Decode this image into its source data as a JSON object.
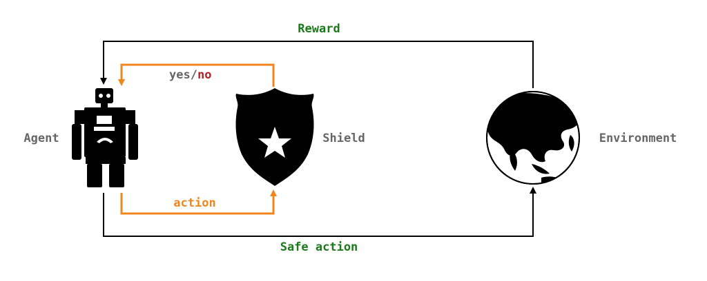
{
  "labels": {
    "reward": "Reward",
    "safe_action": "Safe action",
    "yes": "yes/",
    "no": "no",
    "action": "action",
    "agent": "Agent",
    "shield": "Shield",
    "environment": "Environment"
  },
  "colors": {
    "reward_text": "#1a7a1a",
    "safe_action_text": "#1a7a1a",
    "node_label_text": "#666666",
    "orange": "#f0861c",
    "no_text": "#b22222",
    "black_line": "#000000"
  },
  "icons": {
    "agent": "robot-icon",
    "shield": "shield-star-icon",
    "environment": "globe-icon"
  }
}
